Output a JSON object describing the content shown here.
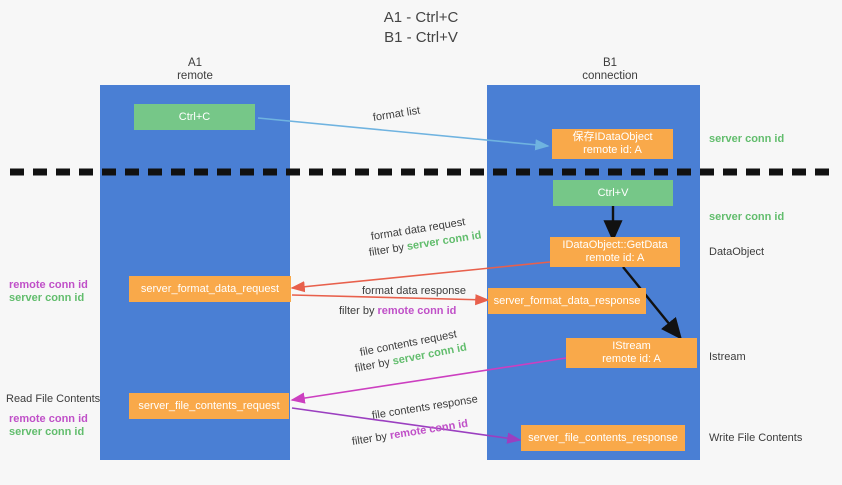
{
  "title": {
    "line1": "A1 - Ctrl+C",
    "line2": "B1 - Ctrl+V"
  },
  "lanes": [
    {
      "name": "A1",
      "sub": "remote"
    },
    {
      "name": "B1",
      "sub": "connection"
    }
  ],
  "nodes": {
    "ctrl_c": {
      "label": "Ctrl+C"
    },
    "ctrl_v": {
      "label": "Ctrl+V"
    },
    "save_idataobject": {
      "line1": "保存IDataObject",
      "line2": "remote id: A"
    },
    "getdata": {
      "line1": "IDataObject::GetData",
      "line2": "remote id: A"
    },
    "istream": {
      "line1": "IStream",
      "line2": "remote id: A"
    },
    "server_format_data_request": {
      "label": "server_format_data_request"
    },
    "server_format_data_response": {
      "label": "server_format_data_response"
    },
    "server_file_contents_request": {
      "label": "server_file_contents_request"
    },
    "server_file_contents_response": {
      "label": "server_file_contents_response"
    }
  },
  "edge_labels": {
    "format_list": "format list",
    "format_data_request": "format data request",
    "format_data_request_filter_prefix": "filter by ",
    "format_data_request_filter_key": "server conn id",
    "format_data_response": "format data response",
    "format_data_response_filter_prefix": "filter by ",
    "format_data_response_filter_key": "remote conn id",
    "file_contents_request": "file contents request",
    "file_contents_request_filter_prefix": "filter by ",
    "file_contents_request_filter_key": "server conn id",
    "file_contents_response": "file contents response",
    "file_contents_response_filter_prefix": "filter by ",
    "file_contents_response_filter_key": "remote conn id"
  },
  "right_labels": {
    "server_conn_id_top": "server conn id",
    "server_conn_id_mid": "server conn id",
    "dataobject": "DataObject",
    "istream": "Istream",
    "write_file_contents": "Write File Contents"
  },
  "left_labels": {
    "remote_conn_id_1": "remote conn id",
    "server_conn_id_1": "server conn id",
    "read_file_contents": "Read File Contents",
    "remote_conn_id_2": "remote conn id",
    "server_conn_id_2": "server conn id"
  },
  "colors": {
    "lane": "#4a7fd4",
    "green_node": "#76c788",
    "orange_node": "#f9a94a",
    "green_text": "#62bd6d",
    "magenta_text": "#c050c8",
    "arrow_blue": "#6fb3e0",
    "arrow_red": "#e8604c",
    "arrow_magenta": "#cc3fc0",
    "arrow_purple": "#9b3fc0",
    "arrow_black": "#000000",
    "divider": "#111111",
    "background": "#f7f7f7"
  }
}
